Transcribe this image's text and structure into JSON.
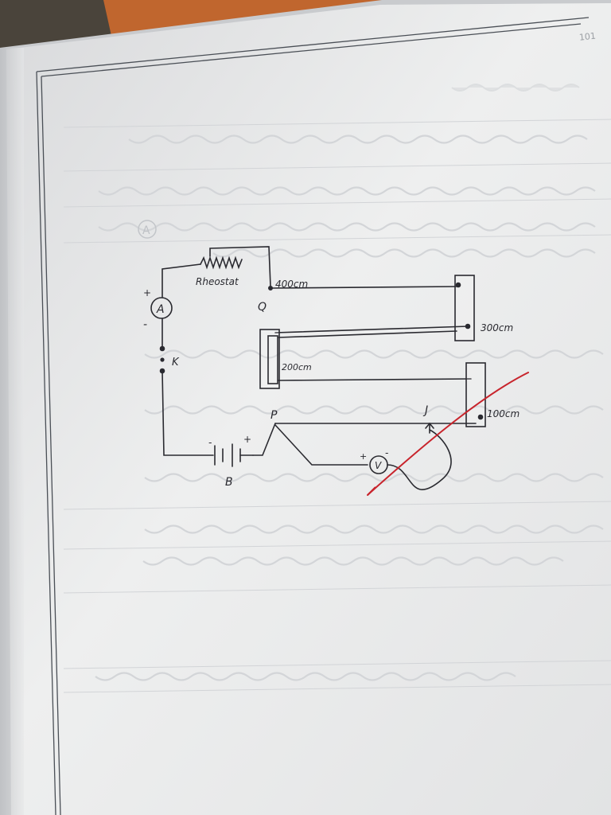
{
  "page": {
    "corner_number": "101",
    "circled_label": "A"
  },
  "diagram": {
    "rheostat_label": "Rheostat",
    "ammeter_label": "A",
    "ammeter_plus": "+",
    "ammeter_minus": "-",
    "key_label": "K",
    "battery_label": "B",
    "battery_minus": "-",
    "battery_plus": "+",
    "point_q": "Q",
    "point_p": "P",
    "jockey_label": "J",
    "voltmeter_label": "V",
    "voltmeter_plus": "+",
    "voltmeter_minus": "-",
    "length_400": "400cm",
    "length_300": "300cm",
    "length_200": "200cm",
    "length_100": "100cm"
  },
  "colors": {
    "paper": "#eceded",
    "ink": "#2a2a30",
    "red_mark": "#c8242c",
    "table_wood": "#c0662e",
    "margin_line": "#4a4f56"
  }
}
